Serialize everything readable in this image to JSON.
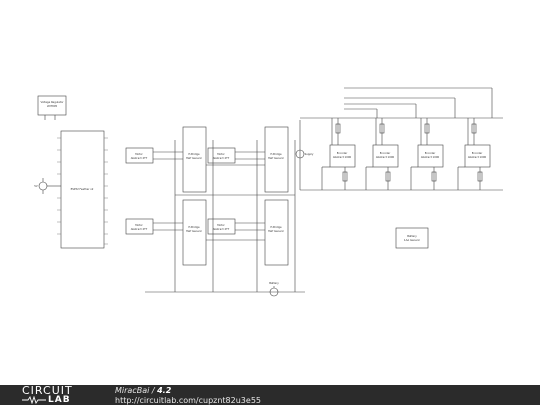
{
  "diagram": {
    "voltage_regulator": {
      "line1": "Voltage Regulator",
      "line2": "LM7805"
    },
    "mcu": {
      "label": "ESP32 Feather v2"
    },
    "motor_drivers": [
      {
        "line1": "Motor",
        "line2": "Abstract 2TT"
      },
      {
        "line1": "Motor",
        "line2": "Abstract 2TT"
      },
      {
        "line1": "Motor",
        "line2": "Abstract 2TT"
      },
      {
        "line1": "Motor",
        "line2": "Abstract 2TT"
      }
    ],
    "h_bridges": [
      {
        "line1": "H-Bridge",
        "line2": "Half Generic"
      },
      {
        "line1": "H-Bridge",
        "line2": "Half Generic"
      },
      {
        "line1": "H-Bridge",
        "line2": "Half Generic"
      },
      {
        "line1": "H-Bridge",
        "line2": "Half Generic"
      }
    ],
    "encoders": [
      {
        "line1": "Encoder",
        "line2": "Abstract 1000"
      },
      {
        "line1": "Encoder",
        "line2": "Abstract 1000"
      },
      {
        "line1": "Encoder",
        "line2": "Abstract 1000"
      },
      {
        "line1": "Encoder",
        "line2": "Abstract 1000"
      }
    ],
    "battery": {
      "line1": "Battery",
      "line2": "1AA Generic"
    },
    "sources": {
      "left": "5V",
      "right": "Supply",
      "bottom": "Battery"
    }
  },
  "footer": {
    "logo_top": "CIRCUIT",
    "logo_bottom": "LAB",
    "user": "MiracBai",
    "separator": " / ",
    "version": "4.2",
    "url": "http://circuitlab.com/cupznt82u3e55"
  },
  "colors": {
    "wire": "#444444",
    "footer_bg": "#2b2b2b"
  }
}
